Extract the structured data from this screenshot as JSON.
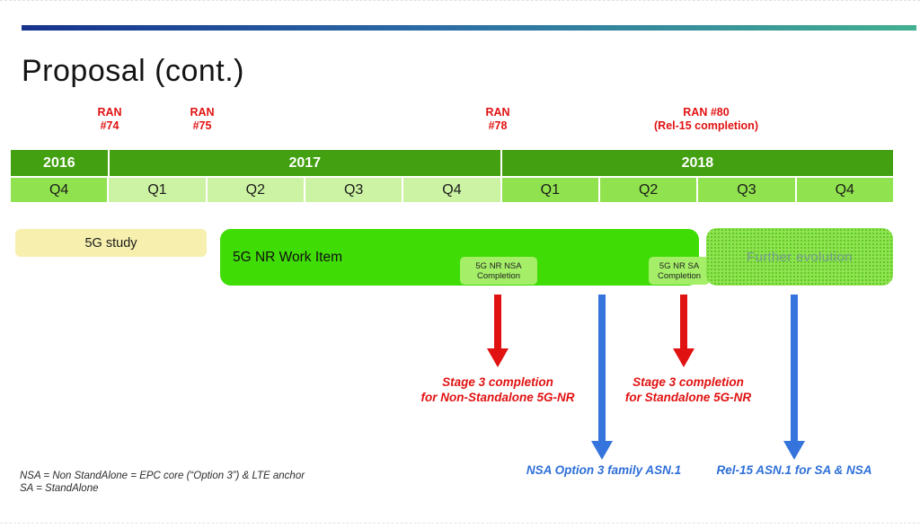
{
  "slide": {
    "title": "Proposal (cont.)",
    "footnotes": {
      "line1": "NSA = Non StandAlone = EPC core (“Option 3”) & LTE anchor",
      "line2": "SA = StandAlone"
    }
  },
  "milestones": {
    "ran74": {
      "line1": "RAN",
      "line2": "#74"
    },
    "ran75": {
      "line1": "RAN",
      "line2": "#75"
    },
    "ran78": {
      "line1": "RAN",
      "line2": "#78"
    },
    "ran80": {
      "line1": "RAN #80",
      "line2": "(Rel-15 completion)"
    }
  },
  "timeline": {
    "years": [
      {
        "label": "2016",
        "quarters": [
          "Q4"
        ]
      },
      {
        "label": "2017",
        "quarters": [
          "Q1",
          "Q2",
          "Q3",
          "Q4"
        ]
      },
      {
        "label": "2018",
        "quarters": [
          "Q1",
          "Q2",
          "Q3",
          "Q4"
        ]
      }
    ]
  },
  "bars": {
    "study": {
      "label": "5G study"
    },
    "work_item": {
      "label": "5G NR Work Item"
    },
    "nsa_completion": {
      "line1": "5G NR NSA",
      "line2": "Completion"
    },
    "sa_completion": {
      "line1": "5G NR SA",
      "line2": "Completion"
    },
    "further_evolution": {
      "label": "Further evolution"
    }
  },
  "annotations": {
    "stage3_nsa": {
      "line1": "Stage 3 completion",
      "line2": "for Non-Standalone 5G-NR"
    },
    "stage3_sa": {
      "line1": "Stage 3 completion",
      "line2": "for Standalone 5G-NR"
    },
    "asn1_nsa": "NSA Option 3  family ASN.1",
    "asn1_rel15": "Rel-15 ASN.1 for SA & NSA"
  },
  "colors": {
    "accent_red": "#e11212",
    "accent_blue": "#3574dc",
    "year_green": "#42a011",
    "quarter_mid_green": "#90e24e",
    "quarter_pale_green": "#ccf3a3",
    "workitem_green": "#3fdc06",
    "study_yellow": "#f6efae",
    "rule_gradient_start": "#17338e",
    "rule_gradient_end": "#42b091"
  }
}
